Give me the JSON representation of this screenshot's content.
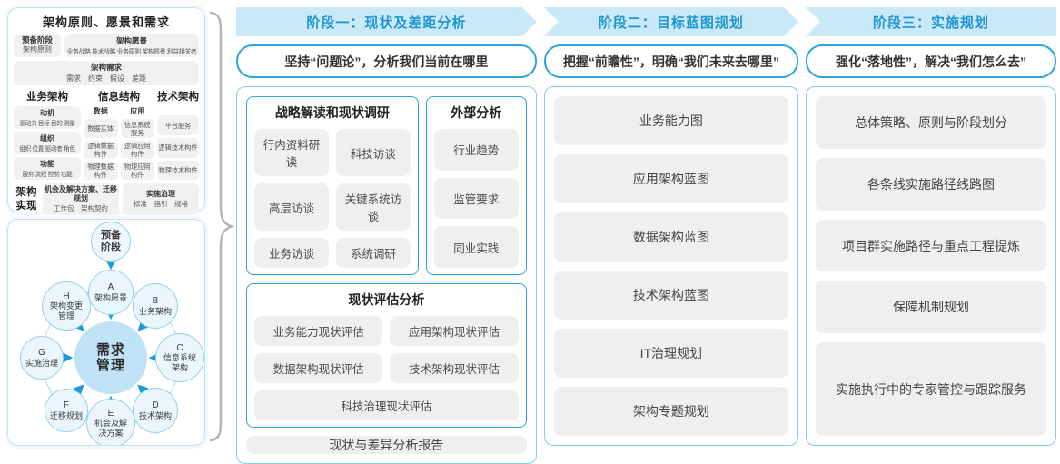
{
  "colors": {
    "accent_blue": "#2ba3dc",
    "band_fill": "#c9e8f8",
    "band_text": "#2097cf",
    "container_border": "#7ecdf0",
    "chip_gray": "#efefef",
    "arrow_blue": "#1a9bd7",
    "center_circle_fill": "#bfe2f4",
    "node_circle_fill": "#eaf5fc"
  },
  "left": {
    "principles_panel": {
      "title": "架构原则、愿景和需求",
      "prep": {
        "title": "预备阶段",
        "sub": "架构原则"
      },
      "vision": {
        "title": "架构愿景",
        "sub": "业务战略 技术战略 业务原则 架构愿景 利益相关者"
      },
      "requirements": {
        "title": "架构需求",
        "sub": "需求　约束　假设　差距"
      },
      "business": {
        "title": "业务架构",
        "items": [
          {
            "title": "动机",
            "sub": "驱动力 目标 目的 测量"
          },
          {
            "title": "组织",
            "sub": "组织 位置 驱动者 角色"
          },
          {
            "title": "功能",
            "sub": "服务 流程 控制 功能"
          }
        ]
      },
      "info": {
        "title": "信息结构",
        "data_col": {
          "title": "数据",
          "items": [
            "数据实体",
            "逻辑数据构件",
            "物理数据构件"
          ]
        },
        "app_col": {
          "title": "应用",
          "items": [
            "信息系统服务",
            "逻辑应用构件",
            "物理应用构件"
          ]
        }
      },
      "tech": {
        "title": "技术架构",
        "items": [
          "平台服务",
          "逻辑技术构件",
          "物理技术构件"
        ]
      },
      "impl": {
        "label": "架构实现",
        "boxes": [
          {
            "title": "机会及解决方案、迁移规划",
            "sub": "工作包　架构契约"
          },
          {
            "title": "实施治理",
            "sub": "标准　指引　规格"
          }
        ]
      }
    },
    "adm": {
      "prep": "预备阶段",
      "center": "需求管理",
      "nodes": [
        {
          "code": "A",
          "label": "架构愿景"
        },
        {
          "code": "B",
          "label": "业务架构"
        },
        {
          "code": "C",
          "label": "信息系统架构"
        },
        {
          "code": "D",
          "label": "技术架构"
        },
        {
          "code": "E",
          "label": "机会及解决方案"
        },
        {
          "code": "F",
          "label": "迁移规划"
        },
        {
          "code": "G",
          "label": "实施治理"
        },
        {
          "code": "H",
          "label": "架构变更管理"
        }
      ]
    }
  },
  "phases": [
    {
      "header": "阶段一：现状及差距分析",
      "slogan": "坚持“问题论”，分析我们当前在哪里",
      "sections": {
        "strategy": {
          "title": "战略解读和现状调研",
          "items": [
            "行内资料研读",
            "科技访谈",
            "高层访谈",
            "关键系统访谈",
            "业务访谈",
            "系统调研"
          ]
        },
        "external": {
          "title": "外部分析",
          "items": [
            "行业趋势",
            "监管要求",
            "同业实践"
          ]
        },
        "assessment": {
          "title": "现状评估分析",
          "items": [
            "业务能力现状评估",
            "应用架构现状评估",
            "数据架构现状评估",
            "技术架构现状评估",
            "科技治理现状评估"
          ]
        },
        "report": "现状与差异分析报告"
      }
    },
    {
      "header": "阶段二：目标蓝图规划",
      "slogan": "把握“前瞻性”，明确“我们未来去哪里”",
      "items": [
        "业务能力图",
        "应用架构蓝图",
        "数据架构蓝图",
        "技术架构蓝图",
        "IT治理规划",
        "架构专题规划"
      ]
    },
    {
      "header": "阶段三：实施规划",
      "slogan": "强化“落地性”，解决“我们怎么去”",
      "items": [
        "总体策略、原则与阶段划分",
        "各条线实施路径线路图",
        "项目群实施路径与重点工程提炼",
        "保障机制规划",
        "实施执行中的专家管控与跟踪服务"
      ]
    }
  ]
}
